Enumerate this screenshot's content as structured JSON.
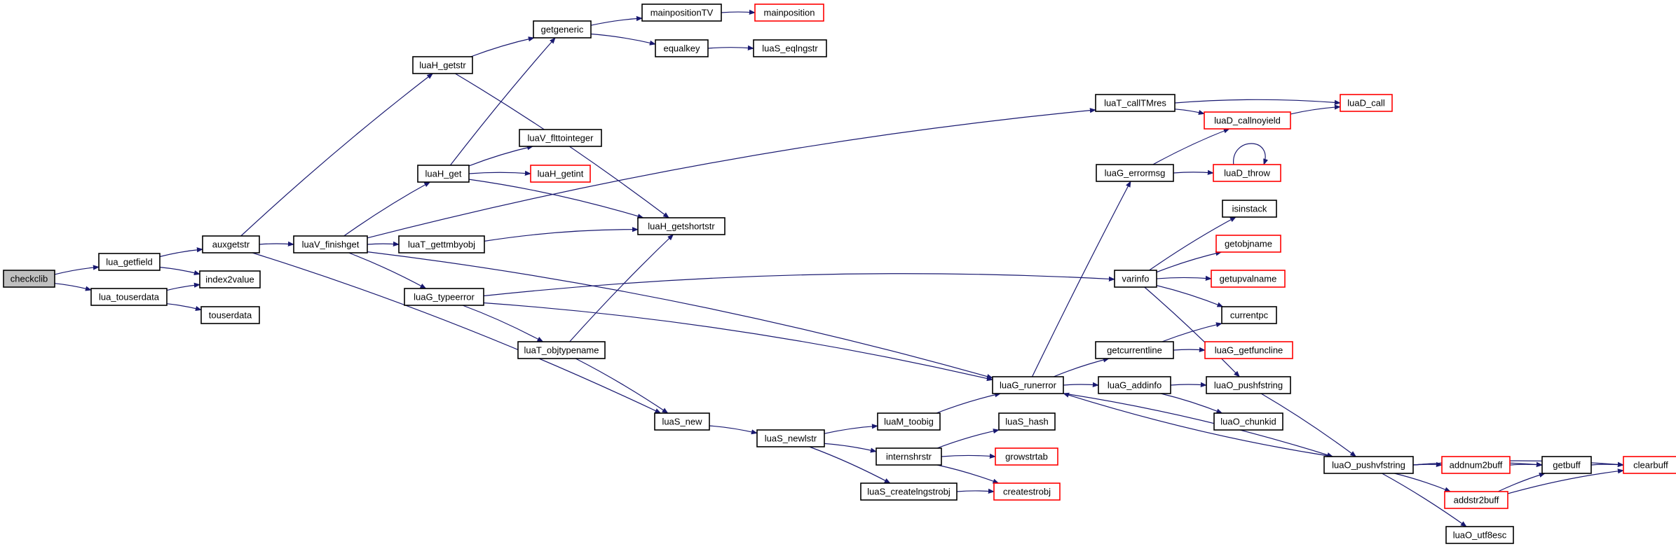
{
  "colors": {
    "edge": "#191970",
    "node_border": "#000000",
    "node_border_external": "#ff0000",
    "node_fill": "#ffffff",
    "root_fill": "#bfbfbf",
    "text": "#000000"
  },
  "nodes": [
    {
      "id": "checkclib",
      "label": "checkclib",
      "style": "root"
    },
    {
      "id": "lua_getfield",
      "label": "lua_getfield",
      "style": "normal"
    },
    {
      "id": "lua_touserdata",
      "label": "lua_touserdata",
      "style": "normal"
    },
    {
      "id": "auxgetstr",
      "label": "auxgetstr",
      "style": "normal"
    },
    {
      "id": "index2value",
      "label": "index2value",
      "style": "normal"
    },
    {
      "id": "touserdata",
      "label": "touserdata",
      "style": "normal"
    },
    {
      "id": "luaH_getstr",
      "label": "luaH_getstr",
      "style": "normal"
    },
    {
      "id": "luaV_finishget",
      "label": "luaV_finishget",
      "style": "normal"
    },
    {
      "id": "luaS_new",
      "label": "luaS_new",
      "style": "normal"
    },
    {
      "id": "getgeneric",
      "label": "getgeneric",
      "style": "normal"
    },
    {
      "id": "mainpositionTV",
      "label": "mainpositionTV",
      "style": "normal"
    },
    {
      "id": "mainposition",
      "label": "mainposition",
      "style": "external"
    },
    {
      "id": "equalkey",
      "label": "equalkey",
      "style": "normal"
    },
    {
      "id": "luaS_eqlngstr",
      "label": "luaS_eqlngstr",
      "style": "normal"
    },
    {
      "id": "luaH_getshortstr",
      "label": "luaH_getshortstr",
      "style": "normal"
    },
    {
      "id": "luaH_get",
      "label": "luaH_get",
      "style": "normal"
    },
    {
      "id": "luaV_flttointeger",
      "label": "luaV_flttointeger",
      "style": "normal"
    },
    {
      "id": "luaH_getint",
      "label": "luaH_getint",
      "style": "external"
    },
    {
      "id": "luaT_gettmbyobj",
      "label": "luaT_gettmbyobj",
      "style": "normal"
    },
    {
      "id": "luaG_typeerror",
      "label": "luaG_typeerror",
      "style": "normal"
    },
    {
      "id": "luaT_objtypename",
      "label": "luaT_objtypename",
      "style": "normal"
    },
    {
      "id": "luaS_newlstr",
      "label": "luaS_newlstr",
      "style": "normal"
    },
    {
      "id": "luaM_toobig",
      "label": "luaM_toobig",
      "style": "normal"
    },
    {
      "id": "internshrstr",
      "label": "internshrstr",
      "style": "normal"
    },
    {
      "id": "luaS_createlngstrobj",
      "label": "luaS_createlngstrobj",
      "style": "normal"
    },
    {
      "id": "luaS_hash",
      "label": "luaS_hash",
      "style": "normal"
    },
    {
      "id": "growstrtab",
      "label": "growstrtab",
      "style": "external"
    },
    {
      "id": "createstrobj",
      "label": "createstrobj",
      "style": "external"
    },
    {
      "id": "luaT_callTMres",
      "label": "luaT_callTMres",
      "style": "normal"
    },
    {
      "id": "luaD_callnoyield",
      "label": "luaD_callnoyield",
      "style": "external"
    },
    {
      "id": "luaD_call",
      "label": "luaD_call",
      "style": "external"
    },
    {
      "id": "luaG_errormsg",
      "label": "luaG_errormsg",
      "style": "normal"
    },
    {
      "id": "luaD_throw",
      "label": "luaD_throw",
      "style": "external"
    },
    {
      "id": "luaG_runerror",
      "label": "luaG_runerror",
      "style": "normal"
    },
    {
      "id": "varinfo",
      "label": "varinfo",
      "style": "normal"
    },
    {
      "id": "isinstack",
      "label": "isinstack",
      "style": "normal"
    },
    {
      "id": "getobjname",
      "label": "getobjname",
      "style": "external"
    },
    {
      "id": "getupvalname",
      "label": "getupvalname",
      "style": "external"
    },
    {
      "id": "currentpc",
      "label": "currentpc",
      "style": "normal"
    },
    {
      "id": "getcurrentline",
      "label": "getcurrentline",
      "style": "normal"
    },
    {
      "id": "luaG_getfuncline",
      "label": "luaG_getfuncline",
      "style": "external"
    },
    {
      "id": "luaG_addinfo",
      "label": "luaG_addinfo",
      "style": "normal"
    },
    {
      "id": "luaO_pushfstring",
      "label": "luaO_pushfstring",
      "style": "normal"
    },
    {
      "id": "luaO_chunkid",
      "label": "luaO_chunkid",
      "style": "normal"
    },
    {
      "id": "luaO_pushvfstring",
      "label": "luaO_pushvfstring",
      "style": "normal"
    },
    {
      "id": "addnum2buff",
      "label": "addnum2buff",
      "style": "external"
    },
    {
      "id": "addstr2buff",
      "label": "addstr2buff",
      "style": "external"
    },
    {
      "id": "getbuff",
      "label": "getbuff",
      "style": "normal"
    },
    {
      "id": "clearbuff",
      "label": "clearbuff",
      "style": "external"
    },
    {
      "id": "luaO_utf8esc",
      "label": "luaO_utf8esc",
      "style": "normal"
    }
  ],
  "edges": [
    [
      "checkclib",
      "lua_getfield"
    ],
    [
      "checkclib",
      "lua_touserdata"
    ],
    [
      "lua_getfield",
      "auxgetstr"
    ],
    [
      "lua_getfield",
      "index2value"
    ],
    [
      "lua_touserdata",
      "index2value"
    ],
    [
      "lua_touserdata",
      "touserdata"
    ],
    [
      "auxgetstr",
      "luaH_getstr"
    ],
    [
      "auxgetstr",
      "luaV_finishget"
    ],
    [
      "auxgetstr",
      "luaS_new"
    ],
    [
      "luaH_getstr",
      "getgeneric"
    ],
    [
      "luaH_getstr",
      "luaH_getshortstr"
    ],
    [
      "getgeneric",
      "mainpositionTV"
    ],
    [
      "getgeneric",
      "equalkey"
    ],
    [
      "mainpositionTV",
      "mainposition"
    ],
    [
      "equalkey",
      "luaS_eqlngstr"
    ],
    [
      "luaV_finishget",
      "luaT_callTMres"
    ],
    [
      "luaV_finishget",
      "luaH_get"
    ],
    [
      "luaV_finishget",
      "luaT_gettmbyobj"
    ],
    [
      "luaV_finishget",
      "luaG_typeerror"
    ],
    [
      "luaV_finishget",
      "luaG_runerror"
    ],
    [
      "luaH_get",
      "getgeneric"
    ],
    [
      "luaH_get",
      "luaV_flttointeger"
    ],
    [
      "luaH_get",
      "luaH_getint"
    ],
    [
      "luaH_get",
      "luaH_getshortstr"
    ],
    [
      "luaT_gettmbyobj",
      "luaH_getshortstr"
    ],
    [
      "luaG_typeerror",
      "luaT_objtypename"
    ],
    [
      "luaG_typeerror",
      "varinfo"
    ],
    [
      "luaG_typeerror",
      "luaG_runerror"
    ],
    [
      "luaT_objtypename",
      "luaH_getshortstr"
    ],
    [
      "luaT_objtypename",
      "luaS_new"
    ],
    [
      "luaS_new",
      "luaS_newlstr"
    ],
    [
      "luaS_newlstr",
      "luaM_toobig"
    ],
    [
      "luaS_newlstr",
      "internshrstr"
    ],
    [
      "luaS_newlstr",
      "luaS_createlngstrobj"
    ],
    [
      "luaM_toobig",
      "luaG_runerror"
    ],
    [
      "internshrstr",
      "luaS_hash"
    ],
    [
      "internshrstr",
      "growstrtab"
    ],
    [
      "internshrstr",
      "createstrobj"
    ],
    [
      "luaS_createlngstrobj",
      "createstrobj"
    ],
    [
      "luaT_callTMres",
      "luaD_callnoyield"
    ],
    [
      "luaT_callTMres",
      "luaD_call"
    ],
    [
      "luaD_callnoyield",
      "luaD_call"
    ],
    [
      "luaG_errormsg",
      "luaD_callnoyield"
    ],
    [
      "luaG_errormsg",
      "luaD_throw"
    ],
    [
      "luaD_throw",
      "luaD_throw"
    ],
    [
      "luaG_runerror",
      "luaG_errormsg"
    ],
    [
      "luaG_runerror",
      "getcurrentline"
    ],
    [
      "luaG_runerror",
      "luaG_addinfo"
    ],
    [
      "luaG_runerror",
      "luaO_pushvfstring"
    ],
    [
      "varinfo",
      "isinstack"
    ],
    [
      "varinfo",
      "getobjname"
    ],
    [
      "varinfo",
      "getupvalname"
    ],
    [
      "varinfo",
      "currentpc"
    ],
    [
      "varinfo",
      "luaO_pushfstring"
    ],
    [
      "getcurrentline",
      "currentpc"
    ],
    [
      "getcurrentline",
      "luaG_getfuncline"
    ],
    [
      "luaG_addinfo",
      "luaO_pushfstring"
    ],
    [
      "luaG_addinfo",
      "luaO_chunkid"
    ],
    [
      "luaO_pushfstring",
      "luaO_pushvfstring"
    ],
    [
      "luaO_pushvfstring",
      "luaG_runerror"
    ],
    [
      "luaO_pushvfstring",
      "addnum2buff"
    ],
    [
      "luaO_pushvfstring",
      "addstr2buff"
    ],
    [
      "luaO_pushvfstring",
      "getbuff"
    ],
    [
      "luaO_pushvfstring",
      "clearbuff"
    ],
    [
      "luaO_pushvfstring",
      "luaO_utf8esc"
    ],
    [
      "addnum2buff",
      "getbuff"
    ],
    [
      "addstr2buff",
      "getbuff"
    ],
    [
      "addstr2buff",
      "clearbuff"
    ],
    [
      "getbuff",
      "clearbuff"
    ]
  ]
}
